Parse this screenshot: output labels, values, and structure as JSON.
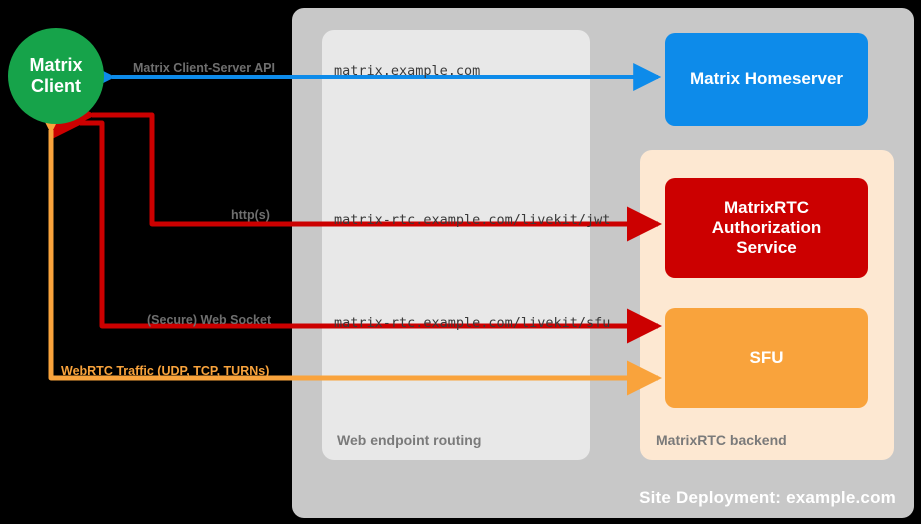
{
  "diagram": {
    "title": "Site Deployment: example.com",
    "colors": {
      "background": "#000000",
      "site_container": "#c8c8c8",
      "web_routing_container": "#e8e8e8",
      "rtc_backend_container": "#fde8d2",
      "client": "#16a34a",
      "homeserver": "#0d8bea",
      "auth_service": "#cc0000",
      "sfu": "#f9a33c",
      "arrow_blue": "#0d8bea",
      "arrow_red": "#cc0000",
      "arrow_orange": "#f9a33c",
      "label_gray": "#6f6f6f"
    }
  },
  "containers": {
    "site": {
      "label": "Site Deployment: example.com"
    },
    "web_routing": {
      "label": "Web endpoint routing"
    },
    "rtc_backend": {
      "label": "MatrixRTC backend"
    }
  },
  "nodes": {
    "client": {
      "line1": "Matrix",
      "line2": "Client"
    },
    "homeserver": {
      "label": "Matrix Homeserver"
    },
    "auth_service": {
      "line1": "MatrixRTC",
      "line2": "Authorization",
      "line3": "Service"
    },
    "sfu": {
      "label": "SFU"
    }
  },
  "endpoints": [
    {
      "name": "matrix-host",
      "url": "matrix.example.com"
    },
    {
      "name": "livekit-jwt",
      "url": "matrix-rtc.example.com/livekit/jwt"
    },
    {
      "name": "livekit-sfu",
      "url": "matrix-rtc.example.com/livekit/sfu"
    }
  ],
  "connections": [
    {
      "name": "client-server-api",
      "label": "Matrix Client-Server API",
      "color": "#0d8bea",
      "direction": "bidirectional",
      "from": "client",
      "to": "homeserver"
    },
    {
      "name": "https",
      "label": "http(s)",
      "color": "#cc0000",
      "direction": "bidirectional",
      "from": "client",
      "to": "auth_service"
    },
    {
      "name": "web-socket",
      "label": "(Secure) Web Socket",
      "color": "#cc0000",
      "direction": "bidirectional",
      "from": "client",
      "to": "sfu"
    },
    {
      "name": "webrtc",
      "label": "WebRTC Traffic (UDP, TCP, TURNs)",
      "color": "#f9a33c",
      "direction": "bidirectional",
      "from": "client",
      "to": "sfu"
    }
  ]
}
